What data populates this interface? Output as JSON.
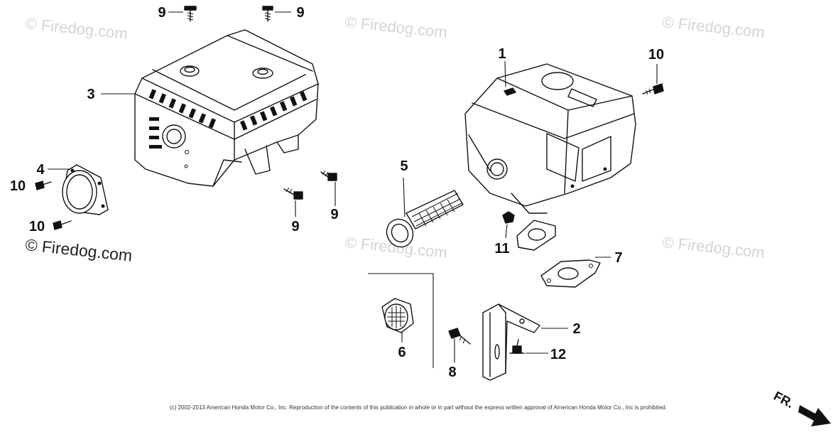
{
  "watermarks": [
    "© Firedog.com",
    "© Firedog.com",
    "© Firedog.com",
    "© Firedog.com",
    "© Firedog.com",
    "© Firedog.com"
  ],
  "callouts": {
    "c1": "1",
    "c2": "2",
    "c3": "3",
    "c4": "4",
    "c5": "5",
    "c6": "6",
    "c7": "7",
    "c8": "8",
    "c9a": "9",
    "c9b": "9",
    "c9c": "9",
    "c9d": "9",
    "c10a": "10",
    "c10b": "10",
    "c10c": "10",
    "c11": "11",
    "c12": "12"
  },
  "copyright": "(c) 2002-2013 American Honda Motor Co., Inc. Reproduction of the contents of this publication in whole or in part without the express written approval of American Honda Motor Co., Inc is prohibited.",
  "direction_label": "FR."
}
